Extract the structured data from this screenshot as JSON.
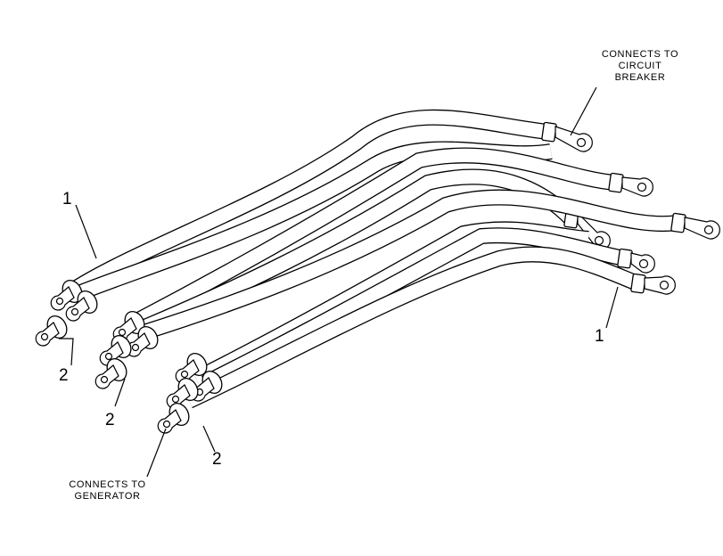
{
  "callouts": {
    "circuit_breaker": [
      "CONNECTS TO",
      "CIRCUIT",
      "BREAKER"
    ],
    "generator": [
      "CONNECTS TO",
      "GENERATOR"
    ]
  },
  "item_numbers": {
    "left_1": "1",
    "right_1": "1",
    "bottom_2_a": "2",
    "bottom_2_b": "2",
    "bottom_2_c": "2"
  },
  "colors": {
    "line": "#000000",
    "background": "#ffffff"
  }
}
